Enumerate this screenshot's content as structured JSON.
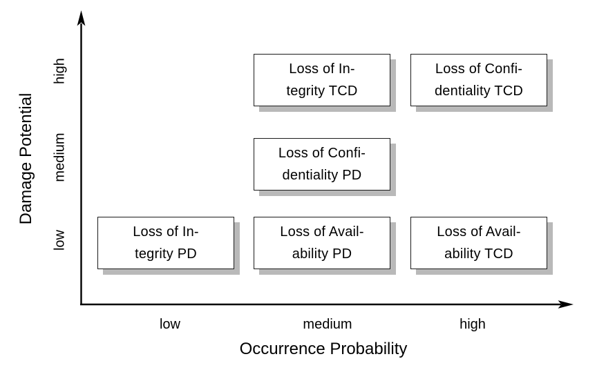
{
  "diagram": {
    "type": "risk-matrix",
    "x_axis": {
      "label": "Occurrence Probability",
      "ticks": [
        "low",
        "medium",
        "high"
      ]
    },
    "y_axis": {
      "label": "Damage Potential",
      "ticks": [
        "low",
        "medium",
        "high"
      ]
    },
    "boxes": [
      {
        "line1": "Loss of In-",
        "line2": "tegrity TCD",
        "x": "medium",
        "y": "high"
      },
      {
        "line1": "Loss of Confi-",
        "line2": "dentiality TCD",
        "x": "high",
        "y": "high"
      },
      {
        "line1": "Loss of Confi-",
        "line2": "dentiality PD",
        "x": "medium",
        "y": "medium"
      },
      {
        "line1": "Loss of In-",
        "line2": "tegrity PD",
        "x": "low",
        "y": "low"
      },
      {
        "line1": "Loss of Avail-",
        "line2": "ability PD",
        "x": "medium",
        "y": "low"
      },
      {
        "line1": "Loss of Avail-",
        "line2": "ability TCD",
        "x": "high",
        "y": "low"
      }
    ],
    "colors": {
      "background": "#ffffff",
      "text": "#000000",
      "axis": "#000000",
      "box_border": "#1a1a1a",
      "box_fill": "#ffffff",
      "box_shadow": "#b9b9b9"
    }
  }
}
